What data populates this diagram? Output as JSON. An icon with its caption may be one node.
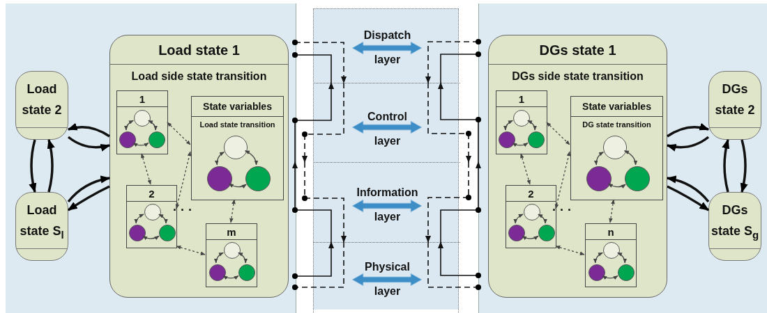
{
  "diagram": {
    "nodes": [
      {
        "text": [
          "Load state 1",
          "Load side state transition"
        ]
      },
      {
        "text": [
          "1"
        ],
        "in": 0
      },
      {
        "text": [],
        "shape": "circle",
        "in": 1
      },
      {
        "text": [],
        "shape": "circle",
        "in": 1
      },
      {
        "text": [],
        "shape": "circle",
        "in": 1
      },
      {
        "text": [
          "State variables",
          "Load state transition"
        ],
        "in": 0
      },
      {
        "text": [],
        "shape": "circle",
        "in": 5
      },
      {
        "text": [],
        "shape": "circle",
        "in": 5
      },
      {
        "text": [],
        "shape": "circle",
        "in": 5
      },
      {
        "text": [
          "2"
        ],
        "in": 0
      },
      {
        "text": [],
        "shape": "circle",
        "in": 9
      },
      {
        "text": [],
        "shape": "circle",
        "in": 9
      },
      {
        "text": [],
        "shape": "circle",
        "in": 9
      },
      {
        "text": [
          "m"
        ],
        "in": 0
      },
      {
        "text": [],
        "shape": "circle",
        "in": 13
      },
      {
        "text": [],
        "shape": "circle",
        "in": 13
      },
      {
        "text": [],
        "shape": "circle",
        "in": 13
      },
      {
        "text": [
          "Load state 2"
        ]
      },
      {
        "text": [
          "Load state S$_{l}$"
        ]
      },
      {
        "text": [
          "Dispatch layer"
        ]
      },
      {
        "text": [
          "Control layer"
        ]
      },
      {
        "text": [
          "Information layer"
        ]
      },
      {
        "text": [
          "Physical layer"
        ]
      },
      {
        "text": [
          "DGs state 1",
          "DGs side state transition"
        ]
      },
      {
        "text": [
          "1"
        ],
        "in": 23
      },
      {
        "text": [],
        "shape": "circle",
        "in": 24
      },
      {
        "text": [],
        "shape": "circle",
        "in": 24
      },
      {
        "text": [],
        "shape": "circle",
        "in": 24
      },
      {
        "text": [
          "State variables",
          "DG state transition"
        ],
        "in": 23
      },
      {
        "text": [],
        "shape": "circle",
        "in": 28
      },
      {
        "text": [],
        "shape": "circle",
        "in": 28
      },
      {
        "text": [],
        "shape": "circle",
        "in": 28
      },
      {
        "text": [
          "2"
        ],
        "in": 23
      },
      {
        "text": [],
        "shape": "circle",
        "in": 32
      },
      {
        "text": [],
        "shape": "circle",
        "in": 32
      },
      {
        "text": [],
        "shape": "circle",
        "in": 32
      },
      {
        "text": [
          "n"
        ],
        "in": 23
      },
      {
        "text": [],
        "shape": "circle",
        "in": 36
      },
      {
        "text": [],
        "shape": "circle",
        "in": 36
      },
      {
        "text": [],
        "shape": "circle",
        "in": 36
      },
      {
        "text": [
          "DGs state 2"
        ]
      },
      {
        "text": [
          "DGs state S$_{g}$"
        ]
      }
    ],
    "edges": [
      {
        "from": 2,
        "to": 3,
        "arrow": "both"
      },
      {
        "from": 2,
        "to": 4,
        "arrow": "both"
      },
      {
        "from": 3,
        "to": 4,
        "arrow": "both"
      },
      {
        "from": 6,
        "to": 7,
        "arrow": "both"
      },
      {
        "from": 6,
        "to": 8,
        "arrow": "both"
      },
      {
        "from": 7,
        "to": 8,
        "arrow": "both"
      },
      {
        "from": 10,
        "to": 11,
        "arrow": "both"
      },
      {
        "from": 10,
        "to": 12,
        "arrow": "both"
      },
      {
        "from": 11,
        "to": 12,
        "arrow": "both"
      },
      {
        "from": 14,
        "to": 15,
        "arrow": "both"
      },
      {
        "from": 14,
        "to": 16,
        "arrow": "both"
      },
      {
        "from": 15,
        "to": 16,
        "arrow": "both"
      },
      {
        "from": 1,
        "to": 5,
        "arrow": "both",
        "style": "dashed"
      },
      {
        "from": 1,
        "to": 9,
        "arrow": "both",
        "style": "dashed"
      },
      {
        "from": 9,
        "to": 5,
        "arrow": "both",
        "style": "dashed"
      },
      {
        "from": 5,
        "to": 13,
        "arrow": "both",
        "style": "dashed"
      },
      {
        "from": 9,
        "to": 13,
        "arrow": "both",
        "style": "dashed"
      },
      {
        "from": 17,
        "to": 0,
        "arrow": "to",
        "style": "thick"
      },
      {
        "from": 0,
        "to": 17,
        "arrow": "to",
        "style": "thick"
      },
      {
        "from": 17,
        "to": 18,
        "arrow": "to",
        "style": "thick"
      },
      {
        "from": 18,
        "to": 17,
        "arrow": "to",
        "style": "thick"
      },
      {
        "from": 18,
        "to": 0,
        "arrow": "to",
        "style": "thick"
      },
      {
        "from": 0,
        "to": 18,
        "arrow": "to",
        "style": "thick"
      },
      {
        "from": 19,
        "to": 20,
        "arrow": "to",
        "style": "dashed"
      },
      {
        "from": 20,
        "to": 19,
        "arrow": "to"
      },
      {
        "from": 20,
        "to": 21,
        "arrow": "to",
        "style": "dashed"
      },
      {
        "from": 21,
        "to": 20,
        "arrow": "to"
      },
      {
        "from": 21,
        "to": 22,
        "arrow": "to",
        "style": "dashed"
      },
      {
        "from": 22,
        "to": 21,
        "arrow": "to"
      },
      {
        "from": 19,
        "to": 20,
        "arrow": "to",
        "style": "dashed"
      },
      {
        "from": 20,
        "to": 19,
        "arrow": "to"
      },
      {
        "from": 20,
        "to": 21,
        "arrow": "to",
        "style": "dashed"
      },
      {
        "from": 21,
        "to": 20,
        "arrow": "to"
      },
      {
        "from": 21,
        "to": 22,
        "arrow": "to",
        "style": "dashed"
      },
      {
        "from": 22,
        "to": 21,
        "arrow": "to"
      },
      {
        "from": 25,
        "to": 26,
        "arrow": "both"
      },
      {
        "from": 25,
        "to": 27,
        "arrow": "both"
      },
      {
        "from": 26,
        "to": 27,
        "arrow": "both"
      },
      {
        "from": 29,
        "to": 30,
        "arrow": "both"
      },
      {
        "from": 29,
        "to": 31,
        "arrow": "both"
      },
      {
        "from": 30,
        "to": 31,
        "arrow": "both"
      },
      {
        "from": 33,
        "to": 34,
        "arrow": "both"
      },
      {
        "from": 33,
        "to": 35,
        "arrow": "both"
      },
      {
        "from": 34,
        "to": 35,
        "arrow": "both"
      },
      {
        "from": 37,
        "to": 38,
        "arrow": "both"
      },
      {
        "from": 37,
        "to": 39,
        "arrow": "both"
      },
      {
        "from": 38,
        "to": 39,
        "arrow": "both"
      },
      {
        "from": 24,
        "to": 28,
        "arrow": "both",
        "style": "dashed"
      },
      {
        "from": 24,
        "to": 32,
        "arrow": "both",
        "style": "dashed"
      },
      {
        "from": 32,
        "to": 28,
        "arrow": "both",
        "style": "dashed"
      },
      {
        "from": 28,
        "to": 36,
        "arrow": "both",
        "style": "dashed"
      },
      {
        "from": 32,
        "to": 36,
        "arrow": "both",
        "style": "dashed"
      },
      {
        "from": 40,
        "to": 23,
        "arrow": "to",
        "style": "thick"
      },
      {
        "from": 23,
        "to": 40,
        "arrow": "to",
        "style": "thick"
      },
      {
        "from": 40,
        "to": 41,
        "arrow": "to",
        "style": "thick"
      },
      {
        "from": 41,
        "to": 40,
        "arrow": "to",
        "style": "thick"
      },
      {
        "from": 41,
        "to": 23,
        "arrow": "to",
        "style": "thick"
      },
      {
        "from": 23,
        "to": 41,
        "arrow": "to",
        "style": "thick"
      }
    ],
    "labels": [
      "· · ·",
      "· · ·"
    ]
  }
}
